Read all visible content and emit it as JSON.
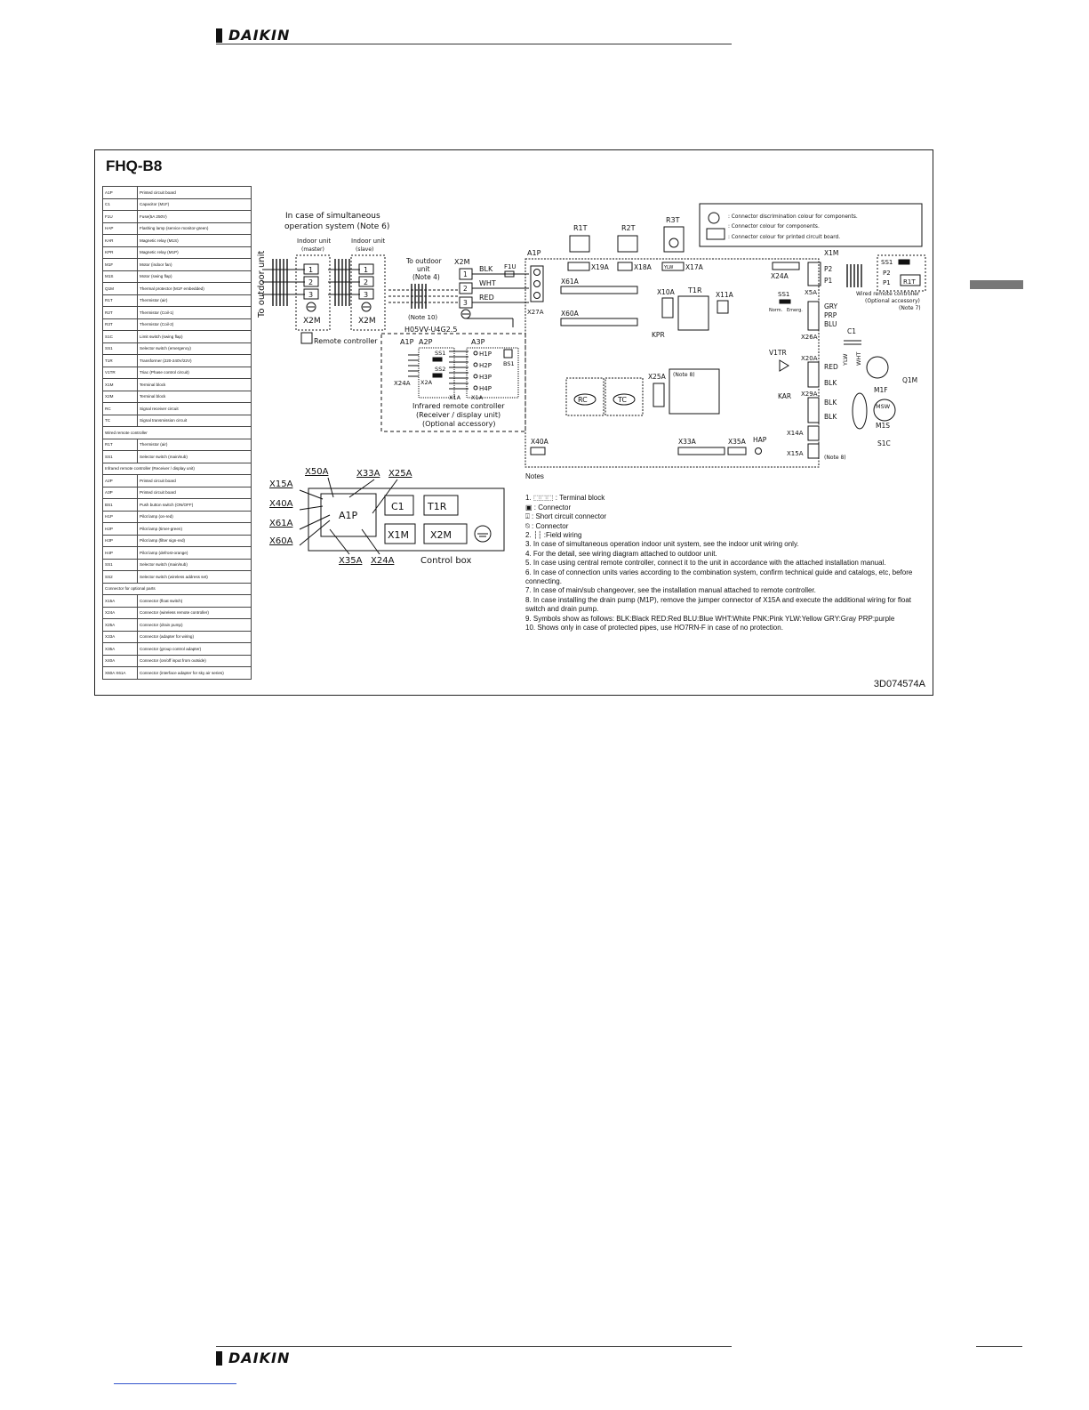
{
  "brand": "DAIKIN",
  "model": "FHQ-B8",
  "doc_code": "3D074574A",
  "legend": [
    {
      "code": "A1P",
      "desc": "Printed circuit board"
    },
    {
      "code": "C1",
      "desc": "Capacitor (M1F)"
    },
    {
      "code": "F1U",
      "desc": "Fuse(5A 250V)"
    },
    {
      "code": "HAP",
      "desc": "Flashing lamp (service monitor-green)"
    },
    {
      "code": "KAR",
      "desc": "Magnetic relay (M1S)"
    },
    {
      "code": "KPR",
      "desc": "Magnetic relay (M1P)"
    },
    {
      "code": "M1F",
      "desc": "Motor (indoor fan)"
    },
    {
      "code": "M1S",
      "desc": "Motor (swing flap)"
    },
    {
      "code": "Q1M",
      "desc": "Thermal protector (M1F embedded)"
    },
    {
      "code": "R1T",
      "desc": "Thermistor (air)"
    },
    {
      "code": "R2T",
      "desc": "Thermistor (Coil-1)"
    },
    {
      "code": "R3T",
      "desc": "Thermistor (Coil-2)"
    },
    {
      "code": "S1C",
      "desc": "Limit switch (swing flap)"
    },
    {
      "code": "SS1",
      "desc": "Selector switch (emergency)"
    },
    {
      "code": "T1R",
      "desc": "Transformer (220-240V/22V)"
    },
    {
      "code": "V1TR",
      "desc": "Triac (Phase control circuit)"
    },
    {
      "code": "X1M",
      "desc": "Terminal block"
    },
    {
      "code": "X2M",
      "desc": "Terminal block"
    },
    {
      "code": "RC",
      "desc": "Signal receiver circuit"
    },
    {
      "code": "TC",
      "desc": "Signal transmission circuit"
    },
    {
      "section": "Wired remote controller"
    },
    {
      "code": "R1T",
      "desc": "Thermistor (air)"
    },
    {
      "code": "SS1",
      "desc": "Selector switch (main/sub)"
    },
    {
      "section": "Infrared remote controller (Receiver / display unit)"
    },
    {
      "code": "A2P",
      "desc": "Printed circuit board"
    },
    {
      "code": "A3P",
      "desc": "Printed circuit board"
    },
    {
      "code": "BS1",
      "desc": "Push button switch (ON/OFF)"
    },
    {
      "code": "H1P",
      "desc": "Pilot lamp (on-red)"
    },
    {
      "code": "H2P",
      "desc": "Pilot lamp (timer-green)"
    },
    {
      "code": "H3P",
      "desc": "Pilot lamp (filter sign-red)"
    },
    {
      "code": "H4P",
      "desc": "Pilot lamp (defrost-orange)"
    },
    {
      "code": "SS1",
      "desc": "Selector switch (main/sub)"
    },
    {
      "code": "SS2",
      "desc": "Selector switch (wireless address set)"
    },
    {
      "section": "Connector for optional parts"
    },
    {
      "code": "X15A",
      "desc": "Connector (float switch)"
    },
    {
      "code": "X24A",
      "desc": "Connector (wireless remote controller)"
    },
    {
      "code": "X25A",
      "desc": "Connector (drain pump)"
    },
    {
      "code": "X33A",
      "desc": "Connector (adapter for wiring)"
    },
    {
      "code": "X35A",
      "desc": "Connector (group control adapter)"
    },
    {
      "code": "X40A",
      "desc": "Connector (on/off input from outside)"
    },
    {
      "code": "X60A X61A",
      "desc": "Connector (interface adapter for sky air series)"
    }
  ],
  "diagram": {
    "to_outdoor_unit_side": "To outdoor unit",
    "simultaneous_title_1": "In case of simultaneous",
    "simultaneous_title_2": "operation system (Note 6)",
    "indoor_master_1": "Indoor unit",
    "indoor_master_2": "(master)",
    "indoor_slave_1": "Indoor unit",
    "indoor_slave_2": "(slave)",
    "terminal_numbers": [
      "1",
      "2",
      "3"
    ],
    "x2m": "X2M",
    "remote_controller": "Remote controller",
    "to_outdoor_1": "To outdoor",
    "to_outdoor_2": "unit",
    "to_outdoor_3": "(Note 4)",
    "note10": "(Note 10)",
    "cable": "H05VV-U4G2.5",
    "wire_colors": [
      "BLK",
      "WHT",
      "RED"
    ],
    "f1u": "F1U",
    "a1p": "A1P",
    "a2p": "A2P",
    "a3p": "A3P",
    "x24a": "X24A",
    "x2a": "X2A",
    "x1a": "X1A",
    "ss1": "SS1",
    "ss2": "SS2",
    "bs1": "BS1",
    "pilot_lamps": [
      "H1P",
      "H2P",
      "H3P",
      "H4P"
    ],
    "ir_caption_1": "Infrared remote controller",
    "ir_caption_2": "(Receiver / display unit)",
    "ir_caption_3": "(Optional accessory)",
    "r1t": "R1T",
    "r2t": "R2T",
    "r3t": "R3T",
    "x19a": "X19A",
    "x18a": "X18A",
    "x17a": "X17A",
    "yln": "YLW",
    "x27a": "X27A",
    "x61a": "X61A",
    "x60a": "X60A",
    "kpr": "KPR",
    "x10a": "X10A",
    "t1r": "T1R",
    "x11a": "X11A",
    "x25a": "X25A",
    "note8": "(Note 8)",
    "rc": "RC",
    "tc": "TC",
    "x40a": "X40A",
    "x33a": "X33A",
    "x35a": "X35A",
    "hap": "HAP",
    "x24a_board": "X24A",
    "ss1_board": "SS1",
    "norm": "Norm.",
    "emerg": "Emerg.",
    "v1tr": "V1TR",
    "kar": "KAR",
    "x1m": "X1M",
    "p2": "P2",
    "p1": "P1",
    "x5a": "X5A",
    "x26a": "X26A",
    "x20a": "X20A",
    "x29a": "X29A",
    "x14a": "X14A",
    "x15a": "X15A",
    "motor_wire_colors": [
      "GRY",
      "PRP",
      "BLU"
    ],
    "red": "RED",
    "blk": "BLK",
    "c1": "C1",
    "ylw": "YLW",
    "wht": "WHT",
    "q1m": "Q1M",
    "m1f": "M1F",
    "msw": "MSW",
    "m1s": "M1S",
    "s1c": "S1C",
    "note8b": "(Note 8)",
    "wired_caption_1": "Wired remote controller",
    "wired_caption_2": "(Optional accessory)",
    "wired_caption_3": "(Note 7)",
    "key_1": ": Connector discrimination colour for components.",
    "key_2": ": Connector colour for components.",
    "key_3": ": Connector colour for printed circuit board.",
    "control_box": "Control box",
    "cb_labels": [
      "X15A",
      "X40A",
      "X61A",
      "X60A",
      "X50A",
      "X33A",
      "X25A",
      "X35A",
      "X24A"
    ],
    "cb_parts": [
      "A1P",
      "C1",
      "T1R",
      "X1M",
      "X2M"
    ]
  },
  "notes": {
    "title": "Notes",
    "items": [
      "1. ⬚⬚⬚ : Terminal block",
      "    ▣ : Connector",
      "    ⍗ : Short circuit connector",
      "    ⍉ : Connector",
      "2. ┆┆ :Field wiring",
      "3. In case of simultaneous operation indoor unit system, see the indoor unit wiring only.",
      "4. For the detail, see wiring diagram attached to outdoor unit.",
      "5. In case using central remote controller, connect it to the unit in accordance with the attached installation manual.",
      "6. In case of connection units varies according to the combination system, confirm technical guide and catalogs, etc, before connecting.",
      "7. In case of main/sub changeover, see the installation manual attached to remote controller.",
      "8. In case installing the drain pump (M1P), remove the jumper connector of X15A and execute the additional wiring for float switch and drain pump.",
      "9. Symbols show as follows: BLK:Black RED:Red BLU:Blue WHT:White PNK:Pink YLW:Yellow GRY:Gray PRP:purple",
      "10. Shows only in case of protected pipes, use HO7RN-F in case of no protection."
    ]
  }
}
